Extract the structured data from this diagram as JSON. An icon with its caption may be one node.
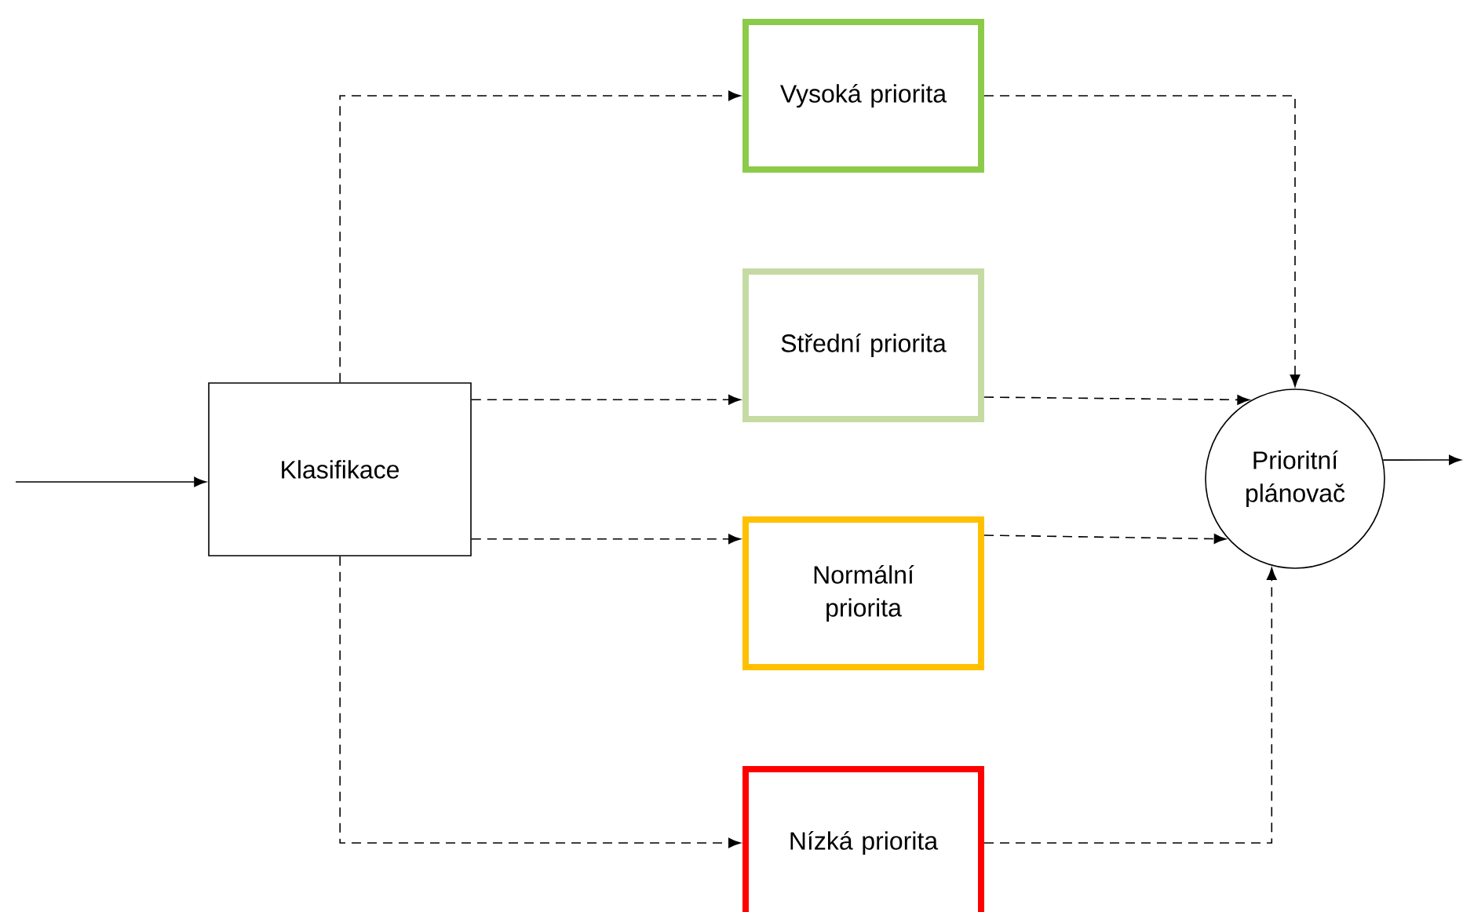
{
  "diagram": {
    "nodes": [
      {
        "text": [
          "Klasifikace"
        ]
      },
      {
        "text": [
          "Vysoká priorita"
        ]
      },
      {
        "text": [
          "Střední priorita"
        ]
      },
      {
        "text": [
          "Normální priorita"
        ]
      },
      {
        "text": [
          "Nízká priorita"
        ]
      },
      {
        "text": [
          "Prioritní plánovač"
        ]
      }
    ],
    "edges": [
      {
        "from": null,
        "to": 0,
        "arrow": "to"
      },
      {
        "from": 0,
        "to": 1,
        "arrow": "to",
        "style": "dashed"
      },
      {
        "from": 0,
        "to": 2,
        "arrow": "to",
        "style": "dashed"
      },
      {
        "from": 0,
        "to": 3,
        "arrow": "to",
        "style": "dashed"
      },
      {
        "from": 0,
        "to": 4,
        "arrow": "to",
        "style": "dashed"
      },
      {
        "from": 1,
        "to": 5,
        "arrow": "to",
        "style": "dashed"
      },
      {
        "from": 2,
        "to": 5,
        "arrow": "to",
        "style": "dashed"
      },
      {
        "from": 3,
        "to": 5,
        "arrow": "to",
        "style": "dashed"
      },
      {
        "from": 4,
        "to": 5,
        "arrow": "to",
        "style": "dashed"
      },
      {
        "from": 5,
        "to": null,
        "arrow": "to"
      }
    ]
  }
}
